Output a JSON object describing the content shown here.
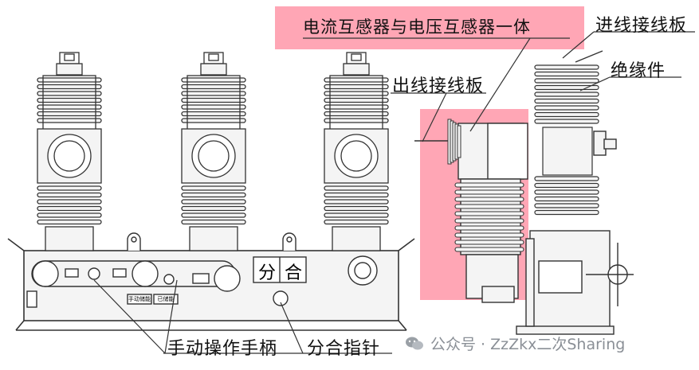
{
  "labels": {
    "ct_vt_combo": "电流互感器与电压互感器一体",
    "inlet_plate": "进线接线板",
    "insulator": "绝缘件",
    "outlet_plate": "出线接线板",
    "manual_handle": "手动操作手柄",
    "indicator_needle": "分合指针"
  },
  "panel": {
    "open_char": "分",
    "close_char": "合",
    "tag_left": "手动储能",
    "tag_right": "已储能"
  },
  "watermark": {
    "text": "公众号 · ZzZkx二次Sharing",
    "icon": "wechat-icon"
  },
  "colors": {
    "highlight": "#ff8096",
    "line": "#333333",
    "fill": "#f4f4f4"
  }
}
